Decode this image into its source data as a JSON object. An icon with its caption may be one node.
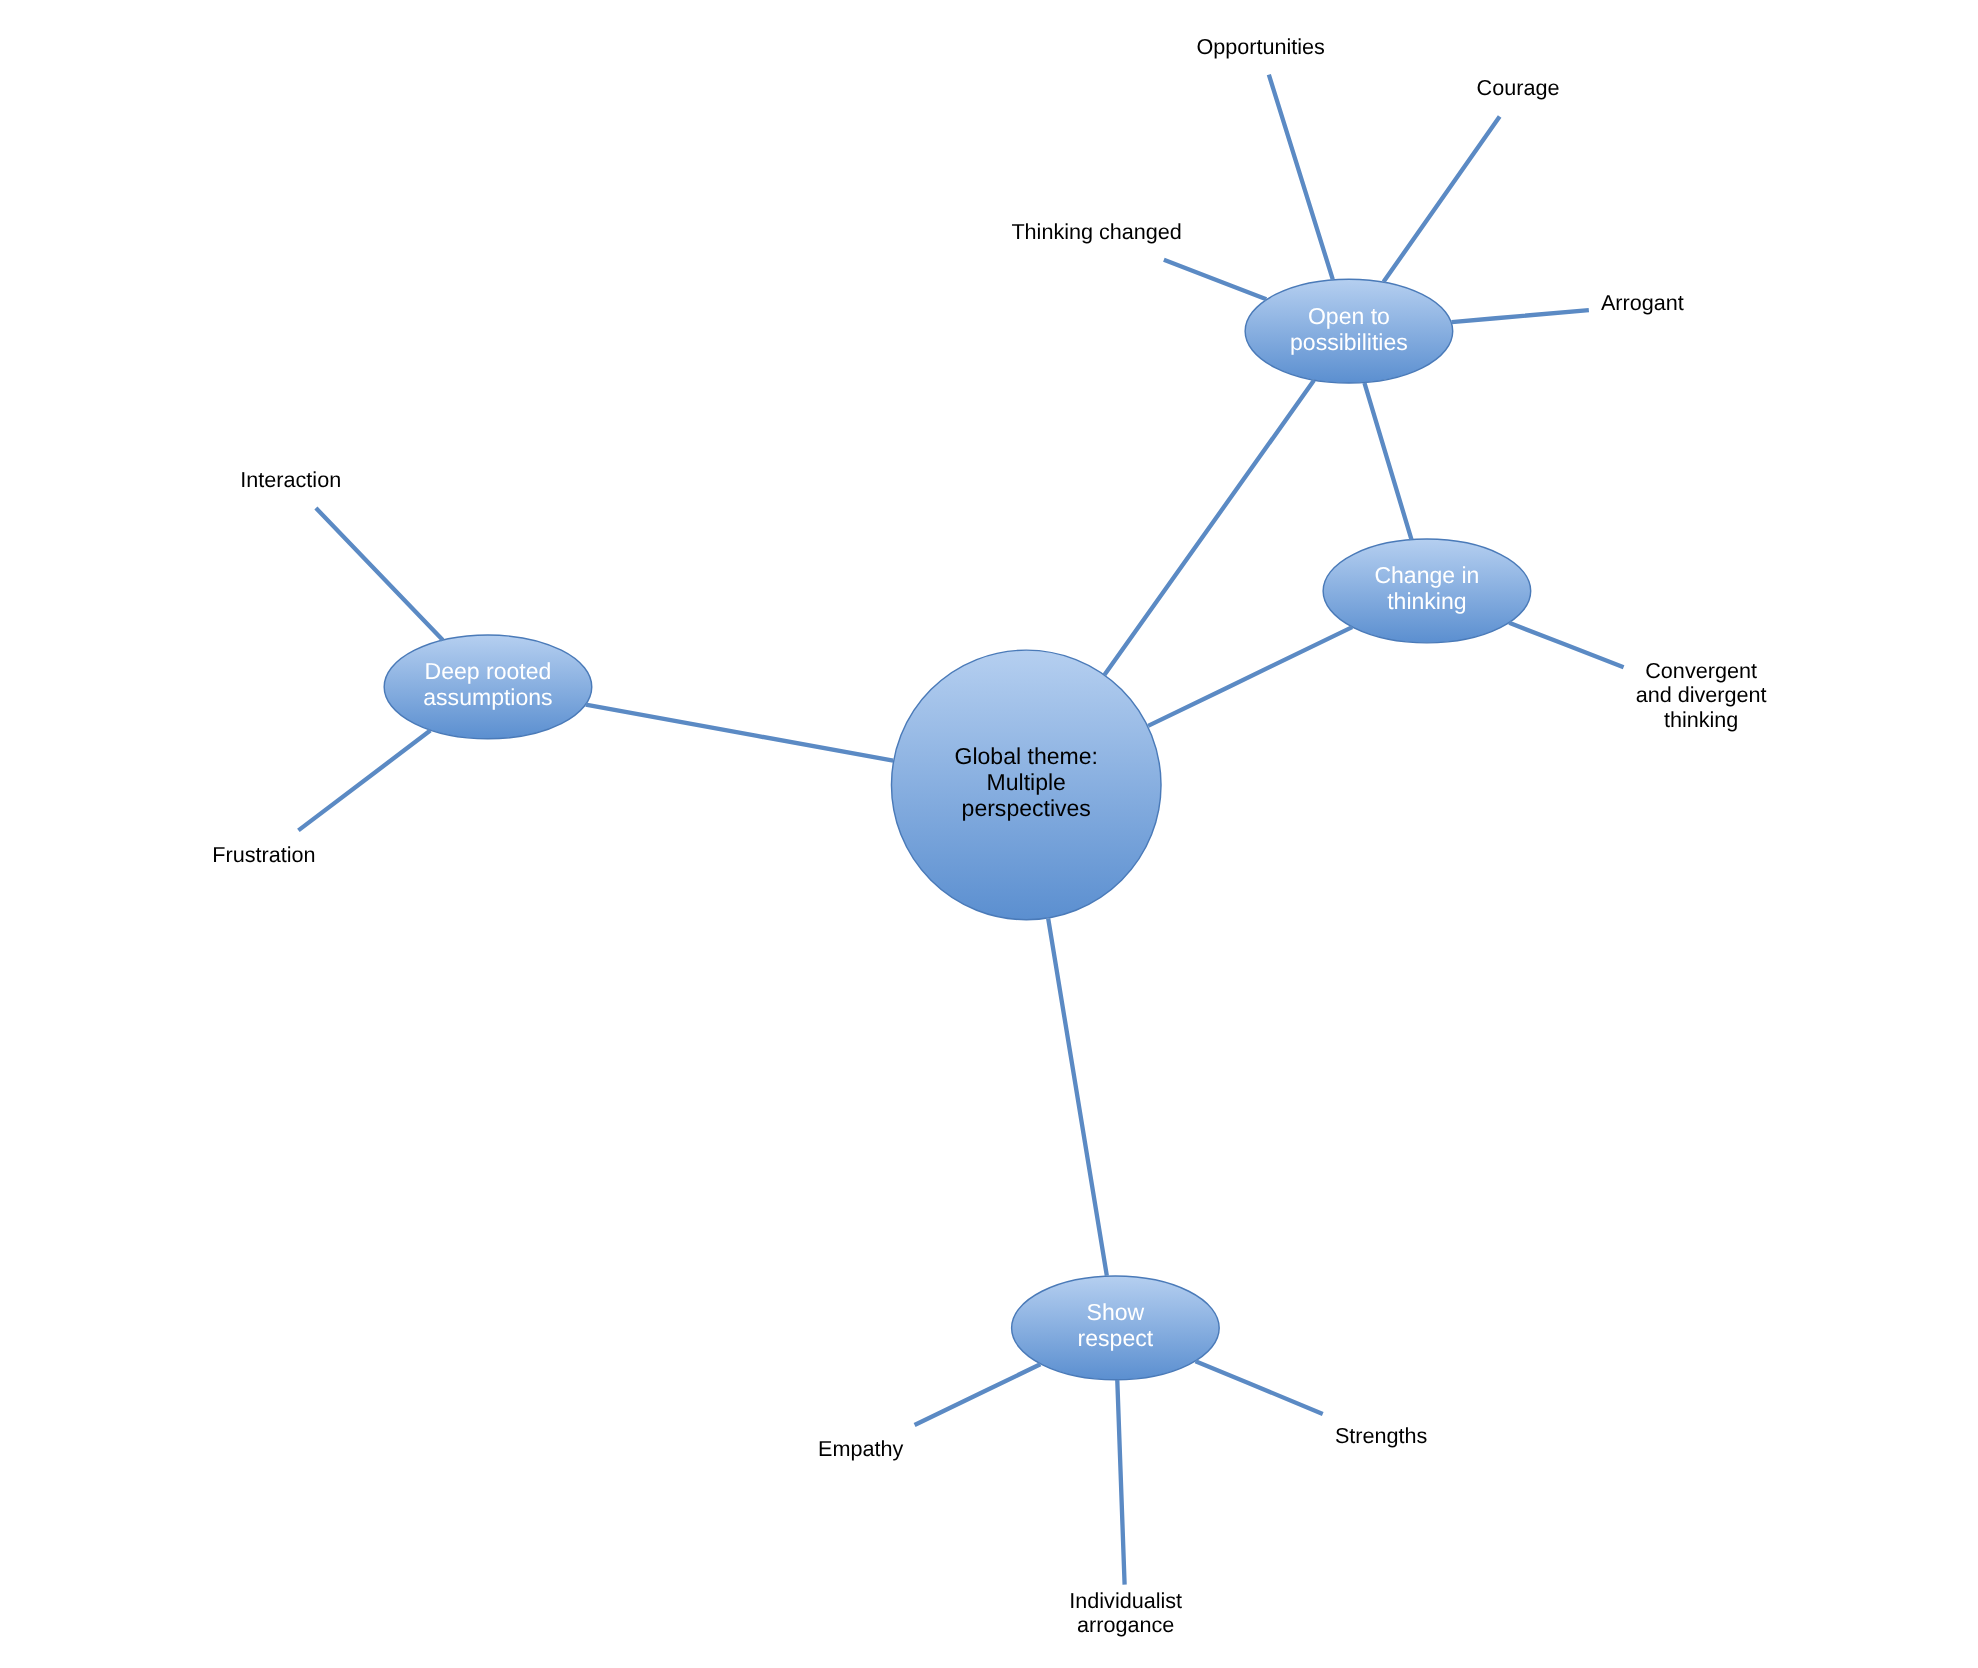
{
  "diagram": {
    "nodes": [
      {
        "text": [
          "Global theme: Multiple perspectives"
        ]
      },
      {
        "text": [
          "Show respect"
        ]
      },
      {
        "text": [
          "Change in thinking"
        ]
      },
      {
        "text": [
          "Deep rooted assumptions"
        ]
      },
      {
        "text": [
          "Open to possibilities"
        ]
      },
      {
        "text": [
          "Empathy"
        ]
      },
      {
        "text": [
          "Individualist arrogance"
        ]
      },
      {
        "text": [
          "Strengths"
        ]
      },
      {
        "text": [
          "Interaction"
        ]
      },
      {
        "text": [
          "Frustration"
        ]
      },
      {
        "text": [
          "Convergent and divergent thinking"
        ]
      },
      {
        "text": [
          "Thinking changed"
        ]
      },
      {
        "text": [
          "Arrogant"
        ]
      },
      {
        "text": [
          "Courage"
        ]
      },
      {
        "text": [
          "Opportunities"
        ]
      }
    ],
    "edges": [
      {
        "from": 0,
        "to": 1,
        "arrow": "none"
      },
      {
        "from": 0,
        "to": 2,
        "arrow": "none"
      },
      {
        "from": 0,
        "to": 3,
        "arrow": "none"
      },
      {
        "from": 0,
        "to": 4,
        "arrow": "none"
      },
      {
        "from": 2,
        "to": 4,
        "arrow": "none"
      },
      {
        "from": 1,
        "to": 5,
        "arrow": "none"
      },
      {
        "from": 1,
        "to": 6,
        "arrow": "none"
      },
      {
        "from": 1,
        "to": 7,
        "arrow": "none"
      },
      {
        "from": 3,
        "to": 8,
        "arrow": "none"
      },
      {
        "from": 3,
        "to": 9,
        "arrow": "none"
      },
      {
        "from": 2,
        "to": 10,
        "arrow": "none"
      },
      {
        "from": 4,
        "to": 11,
        "arrow": "none"
      },
      {
        "from": 4,
        "to": 12,
        "arrow": "none"
      },
      {
        "from": 4,
        "to": 13,
        "arrow": "none"
      },
      {
        "from": 4,
        "to": 14,
        "arrow": "none"
      }
    ]
  }
}
